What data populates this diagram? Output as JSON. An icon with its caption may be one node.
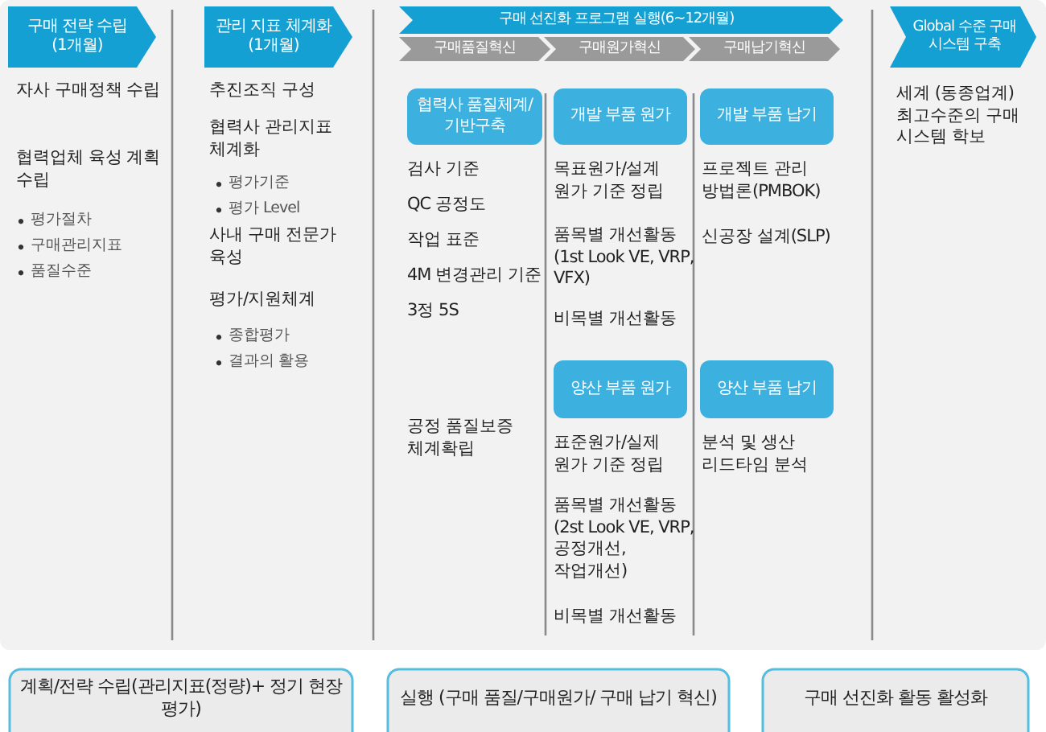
{
  "diagram": {
    "nodes": [
      {
        "text": [
          "구매 전략 수립(1개월)"
        ]
      },
      {
        "text": [
          "관리 지표 체계화(1개월)"
        ]
      },
      {
        "text": [
          "구매 선진화 프로그램 실행(6~12개월)"
        ]
      },
      {
        "text": [
          "구매품질혁신"
        ]
      },
      {
        "text": [
          "구매원가혁신"
        ]
      },
      {
        "text": [
          "구매납기혁신"
        ]
      },
      {
        "text": [
          "Global 수준 구매 시스템 구축"
        ]
      },
      {
        "text": [
          "협력사 품질체계/ 기반구축"
        ]
      },
      {
        "text": [
          "개발 부품 원가"
        ]
      },
      {
        "text": [
          "개발 부품 납기"
        ]
      },
      {
        "text": [
          "양산 부품 원가"
        ]
      },
      {
        "text": [
          "양산 부품 납기"
        ]
      },
      {
        "text": [
          "계획/전략 수립(관리지표(정량)+ 정기 현장 평가)"
        ]
      },
      {
        "text": [
          "실행 (구매 품질/구매원가/ 구매 납기 혁신)"
        ]
      },
      {
        "text": [
          "구매 선진화 활동 활성화"
        ]
      }
    ],
    "labels": [
      "자사 구매정책 수립",
      "협력업체 육성 계획 수립",
      "평가절차",
      "구매관리지표",
      "품질수준",
      "추진조직 구성",
      "협력사 관리지표 체계화",
      "평가기준",
      "평가 Level",
      "사내 구매 전문가 육성",
      "평가/지원체계",
      "종합평가",
      "결과의 활용",
      "검사 기준",
      "QC 공정도",
      "작업 표준",
      "4M 변경관리 기준",
      "3정 5S",
      "공정 품질보증 체계확립",
      "목표원가/설계 원가 기준 정립",
      "품목별 개선활동 (1st Look VE, VRP, VFX)",
      "비목별 개선활동",
      "표준원가/실제 원가 기준 정립",
      "품목별 개선활동 (2st Look VE, VRP, 공정개선, 작업개선)",
      "비목별 개선활동",
      "프로젝트 관리 방법론(PMBOK)",
      "신공장 설계(SLP)",
      "분석 및 생산 리드타임 분석",
      "세계 (동종업계) 최고수준의 구매 시스템 학보"
    ]
  }
}
